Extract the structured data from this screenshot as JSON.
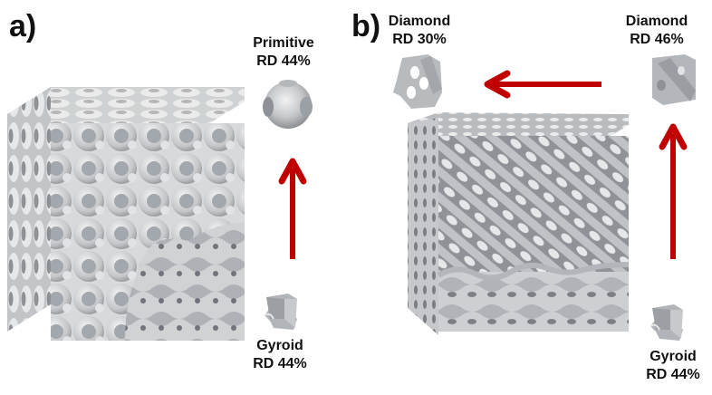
{
  "panels": [
    {
      "label": "a)",
      "lattice": "graded-primitive-gyroid-cube",
      "units": [
        {
          "name": "Primitive",
          "rd": "RD 44%"
        },
        {
          "name": "Gyroid",
          "rd": "RD 44%"
        }
      ],
      "arrows": [
        {
          "direction": "up",
          "from": "Gyroid",
          "to": "Primitive"
        }
      ]
    },
    {
      "label": "b)",
      "lattice": "graded-diamond-gyroid-cube",
      "units": [
        {
          "name": "Diamond",
          "rd": "RD 30%"
        },
        {
          "name": "Diamond",
          "rd": "RD 46%"
        },
        {
          "name": "Gyroid",
          "rd": "RD 44%"
        }
      ],
      "arrows": [
        {
          "direction": "up",
          "from": "Gyroid",
          "to": "Diamond RD 46%"
        },
        {
          "direction": "left",
          "from": "Diamond RD 46%",
          "to": "Diamond RD 30%"
        }
      ]
    }
  ],
  "colors": {
    "arrow": "#C00000",
    "surface": "#B8BBBE",
    "face": "#9EA2A7",
    "text": "#111111"
  }
}
